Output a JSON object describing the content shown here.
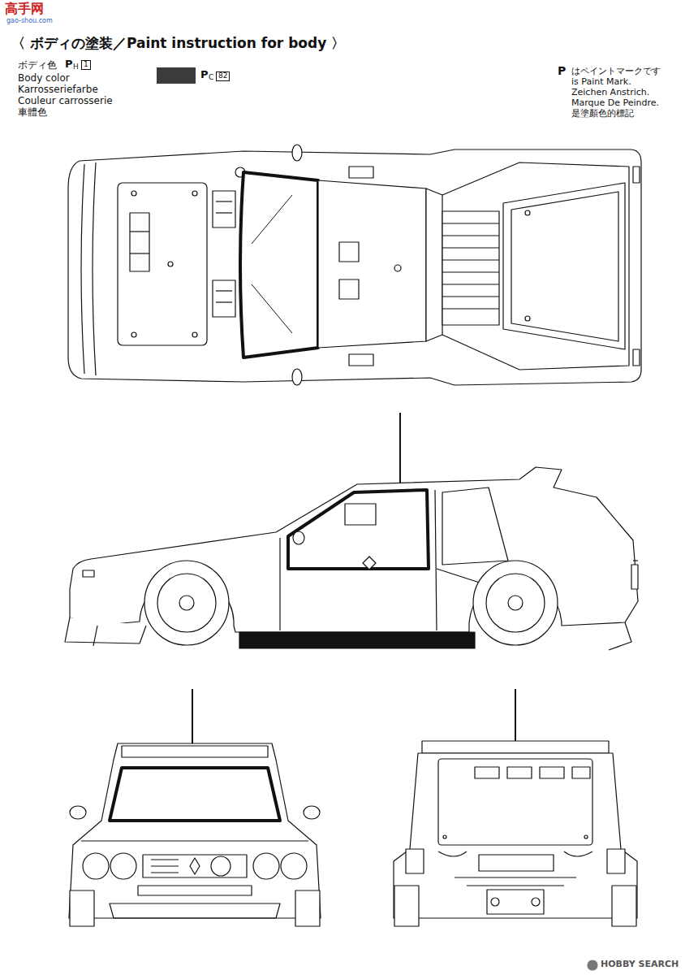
{
  "diagram": {
    "title": "〈 ボディの塗装／Paint instruction for body 〉",
    "labels": [
      "高手网",
      "gao-shou.com",
      "ボディ色",
      "P",
      "H",
      "1",
      "Body color",
      "Karrosseriefarbe",
      "Couleur carrosserie",
      "車體色",
      "P",
      "C",
      "P",
      "はペイントマークです",
      "is Paint Mark.",
      "Zeichen Anstrich.",
      "Marque De Peindre.",
      "是塗顏色的標記",
      "HOBBY SEARCH"
    ],
    "legend": [
      {
        "text": "82",
        "color": "#3b3b3b"
      }
    ]
  }
}
